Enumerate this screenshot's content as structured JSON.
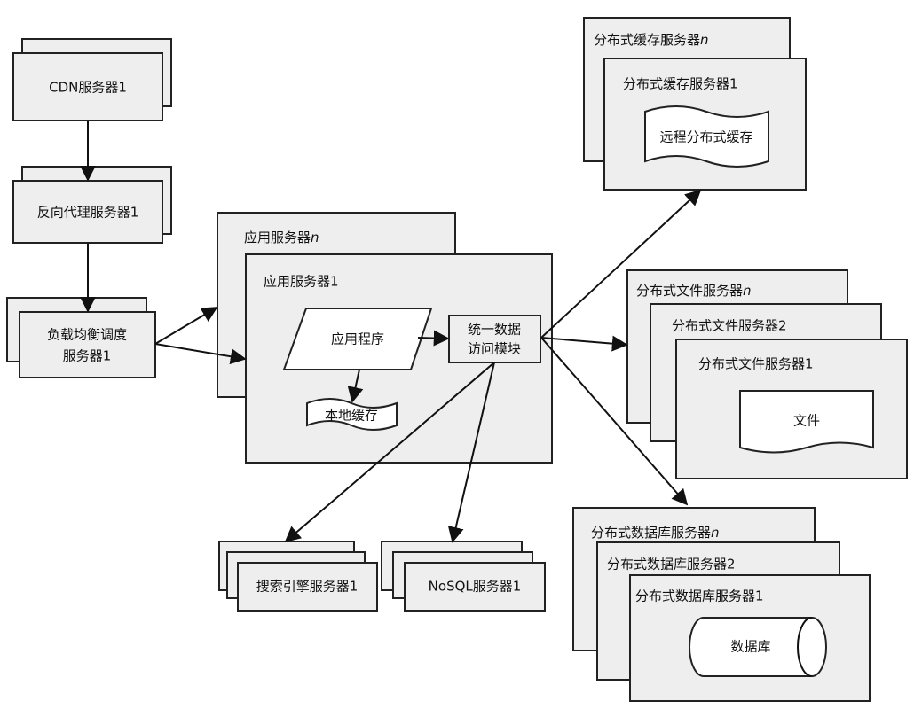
{
  "nodes": {
    "cdn": "CDN服务器1",
    "reverse_proxy": "反向代理服务器1",
    "load_balancer_line1": "负载均衡调度",
    "load_balancer_line2": "服务器1",
    "app_server_n": {
      "text": "应用服务器",
      "suffix": "n"
    },
    "app_server_1": "应用服务器1",
    "application": "应用程序",
    "local_cache": "本地缓存",
    "data_access_line1": "统一数据",
    "data_access_line2": "访问模块",
    "search_server": "搜索引擎服务器1",
    "nosql_server": "NoSQL服务器1",
    "cache_server_n": {
      "text": "分布式缓存服务器",
      "suffix": "n"
    },
    "cache_server_1": "分布式缓存服务器1",
    "remote_cache": "远程分布式缓存",
    "file_server_n": {
      "text": "分布式文件服务器",
      "suffix": "n"
    },
    "file_server_2": "分布式文件服务器2",
    "file_server_1": "分布式文件服务器1",
    "file": "文件",
    "db_server_n": {
      "text": "分布式数据库服务器",
      "suffix": "n"
    },
    "db_server_2": "分布式数据库服务器2",
    "db_server_1": "分布式数据库服务器1",
    "database": "数据库"
  },
  "colors": {
    "box_fill": "#eeeeee",
    "inner_fill": "#ffffff",
    "stroke": "#222222"
  }
}
